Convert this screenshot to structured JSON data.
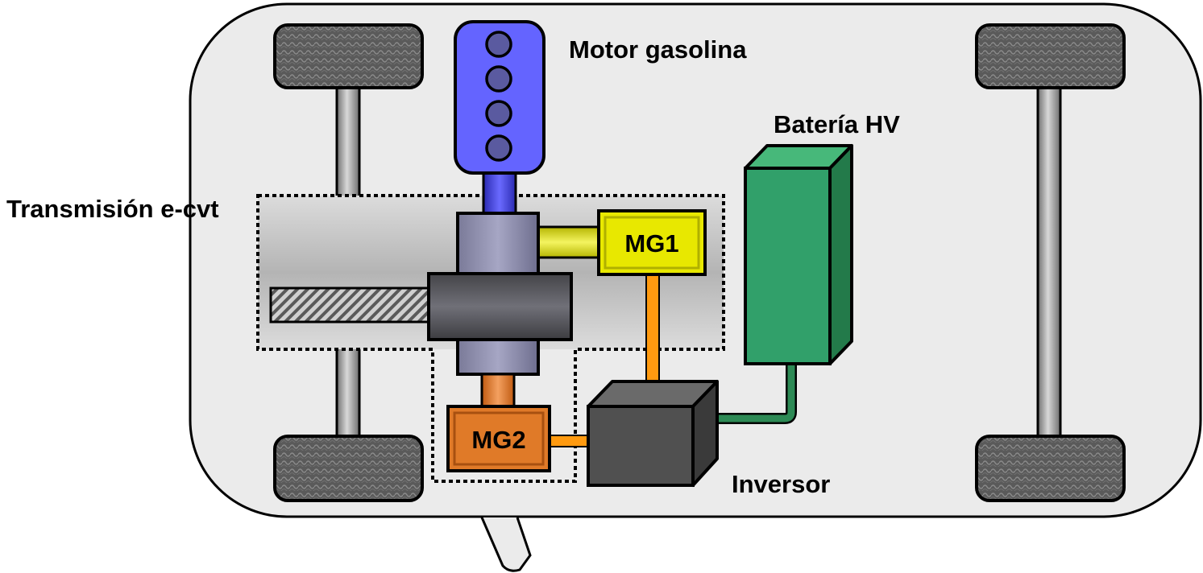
{
  "labels": {
    "engine": "Motor gasolina",
    "battery": "Batería HV",
    "transmission": "Transmisión e-cvt",
    "mg1": "MG1",
    "mg2": "MG2",
    "inverter": "Inversor"
  },
  "colors": {
    "car_body": "#ebebeb",
    "engine": "#6464ff",
    "engine_cylinders": "#5a5aa0",
    "engine_shaft": "#3a3ad0",
    "gear_housing": "#8f8fb0",
    "planetary_gear": "#505058",
    "mg1": "#e8e800",
    "mg1_shaft": "#d8d830",
    "mg2": "#e07a28",
    "hv_cables": "#ff9a10",
    "battery": "#31a06a",
    "battery_cable": "#2d8a55",
    "inverter": "#4a4a4a",
    "wheels": "#5a5a5a",
    "axles": "#9a9a9a"
  }
}
